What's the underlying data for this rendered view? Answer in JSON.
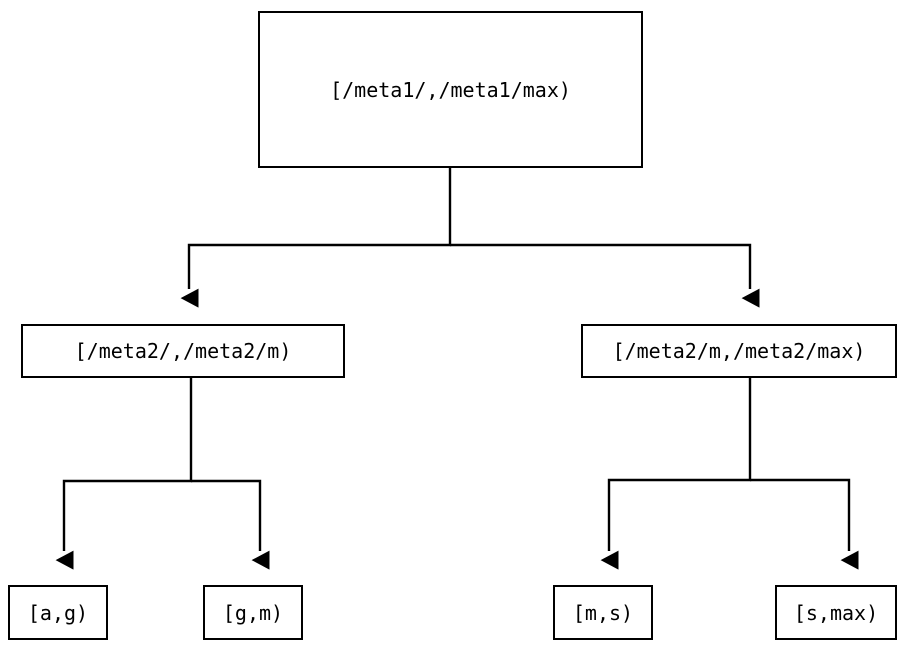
{
  "diagram": {
    "type": "tree",
    "orientation": "top-down",
    "background_color": "#ffffff",
    "line_color": "#000000",
    "text_color": "#000000",
    "nodes": {
      "root": {
        "label": "[/meta1/,/meta1/max)"
      },
      "mid_left": {
        "label": "[/meta2/,/meta2/m)"
      },
      "mid_right": {
        "label": "[/meta2/m,/meta2/max)"
      },
      "leaf_1": {
        "label": "[a,g)"
      },
      "leaf_2": {
        "label": "[g,m)"
      },
      "leaf_3": {
        "label": "[m,s)"
      },
      "leaf_4": {
        "label": "[s,max)"
      }
    },
    "edges": [
      {
        "from": "root",
        "to": "mid_left",
        "arrow": "down-triangle"
      },
      {
        "from": "root",
        "to": "mid_right",
        "arrow": "down-triangle"
      },
      {
        "from": "mid_left",
        "to": "leaf_1",
        "arrow": "down-triangle"
      },
      {
        "from": "mid_left",
        "to": "leaf_2",
        "arrow": "down-triangle"
      },
      {
        "from": "mid_right",
        "to": "leaf_3",
        "arrow": "down-triangle"
      },
      {
        "from": "mid_right",
        "to": "leaf_4",
        "arrow": "down-triangle"
      }
    ]
  }
}
